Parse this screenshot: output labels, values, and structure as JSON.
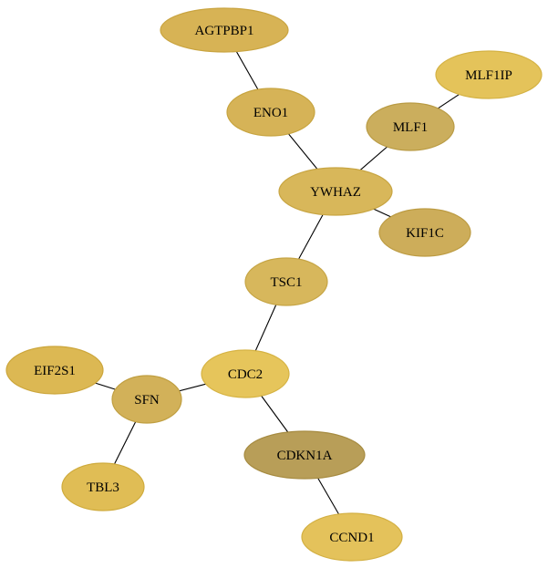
{
  "graph": {
    "node_fill_default": "#dcb653",
    "nodes": [
      {
        "id": "AGTPBP1",
        "label": "AGTPBP1",
        "fill": "#d7b355",
        "stroke": "#c9a440"
      },
      {
        "id": "ENO1",
        "label": "ENO1",
        "fill": "#d6b357",
        "stroke": "#c7a43f"
      },
      {
        "id": "MLF1IP",
        "label": "MLF1IP",
        "fill": "#e4c35a",
        "stroke": "#d4b244"
      },
      {
        "id": "MLF1",
        "label": "MLF1",
        "fill": "#cbae5d",
        "stroke": "#b99b44"
      },
      {
        "id": "YWHAZ",
        "label": "YWHAZ",
        "fill": "#d8b75a",
        "stroke": "#c8a542"
      },
      {
        "id": "KIF1C",
        "label": "KIF1C",
        "fill": "#cdad5a",
        "stroke": "#bc9b42"
      },
      {
        "id": "TSC1",
        "label": "TSC1",
        "fill": "#d7b75c",
        "stroke": "#c6a545"
      },
      {
        "id": "EIF2S1",
        "label": "EIF2S1",
        "fill": "#dcb853",
        "stroke": "#cca63c"
      },
      {
        "id": "CDC2",
        "label": "CDC2",
        "fill": "#e6c55b",
        "stroke": "#d6b343"
      },
      {
        "id": "SFN",
        "label": "SFN",
        "fill": "#d2b159",
        "stroke": "#c09f41"
      },
      {
        "id": "CDKN1A",
        "label": "CDKN1A",
        "fill": "#b89e58",
        "stroke": "#a68b41"
      },
      {
        "id": "TBL3",
        "label": "TBL3",
        "fill": "#e0bd55",
        "stroke": "#cfab3d"
      },
      {
        "id": "CCND1",
        "label": "CCND1",
        "fill": "#e4c25b",
        "stroke": "#d3b043"
      }
    ],
    "edges": [
      {
        "source": "AGTPBP1",
        "target": "ENO1"
      },
      {
        "source": "ENO1",
        "target": "YWHAZ"
      },
      {
        "source": "MLF1IP",
        "target": "MLF1"
      },
      {
        "source": "MLF1",
        "target": "YWHAZ"
      },
      {
        "source": "YWHAZ",
        "target": "KIF1C"
      },
      {
        "source": "YWHAZ",
        "target": "TSC1"
      },
      {
        "source": "TSC1",
        "target": "CDC2"
      },
      {
        "source": "CDC2",
        "target": "SFN"
      },
      {
        "source": "CDC2",
        "target": "CDKN1A"
      },
      {
        "source": "EIF2S1",
        "target": "SFN"
      },
      {
        "source": "SFN",
        "target": "TBL3"
      },
      {
        "source": "CDKN1A",
        "target": "CCND1"
      }
    ]
  }
}
